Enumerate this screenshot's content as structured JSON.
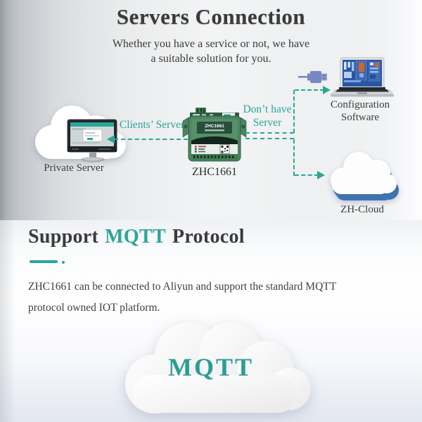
{
  "colors": {
    "accent_teal": "#2BA69A",
    "usb_blue": "#7588C3",
    "cloud_shadow_blue": "#3F72B0",
    "heading_dark": "#3A3A3A"
  },
  "banner": {
    "title": "Servers Connection",
    "subtitle_line1": "Whether you have a service or not, we have",
    "subtitle_line2": "a suitable solution for you.",
    "private_server_label": "Private Server",
    "clients_server_label": "Clients’ Server",
    "device_label": "ZHC1661",
    "device_plate_text": "ZHC1661",
    "dont_have_line1": "Don’t have",
    "dont_have_line2": "Server",
    "config_software_line1": "Configuration",
    "config_software_line2": "Software",
    "zh_cloud_label": "ZH-Cloud"
  },
  "mqtt_section": {
    "heading_prefix": "Support",
    "heading_highlight": "MQTT",
    "heading_suffix": "Protocol",
    "paragraph_line1": "ZHC1661 can be connected to Aliyun and support the standard MQTT",
    "paragraph_line2": "protocol owned IOT platform.",
    "cloud_text": "MQTT"
  }
}
